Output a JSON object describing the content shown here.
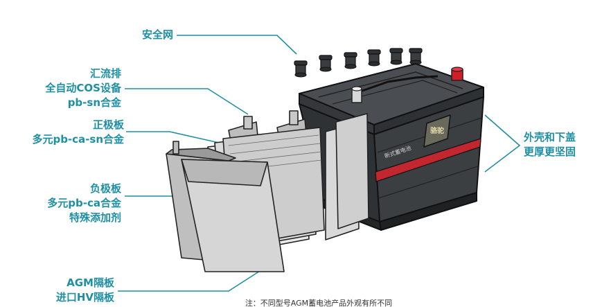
{
  "labels": {
    "safety_net": [
      "安全网"
    ],
    "busbar": [
      "汇流排",
      "全自动COS设备",
      "pb-sn合金"
    ],
    "positive_plate": [
      "正极板",
      "多元pb-ca-sn合金"
    ],
    "negative_plate": [
      "负极板",
      "多元pb-ca合金",
      "特殊添加剂"
    ],
    "separator": [
      "AGM隔板",
      "进口HV隔板"
    ],
    "housing": [
      "外壳和下盖",
      "更厚更坚固"
    ]
  },
  "battery_marks": {
    "brand": "骆驼",
    "series": "新式蓄电池"
  },
  "caption": "注：不同型号AGM蓄电池产品外观有所不同",
  "colors": {
    "label": "#1f8fa3",
    "housing": "#3c3f42",
    "accent_stripe": "#c2262e",
    "terminal_red": "#d11f2a",
    "plate_gray": "#a9a9a9"
  }
}
